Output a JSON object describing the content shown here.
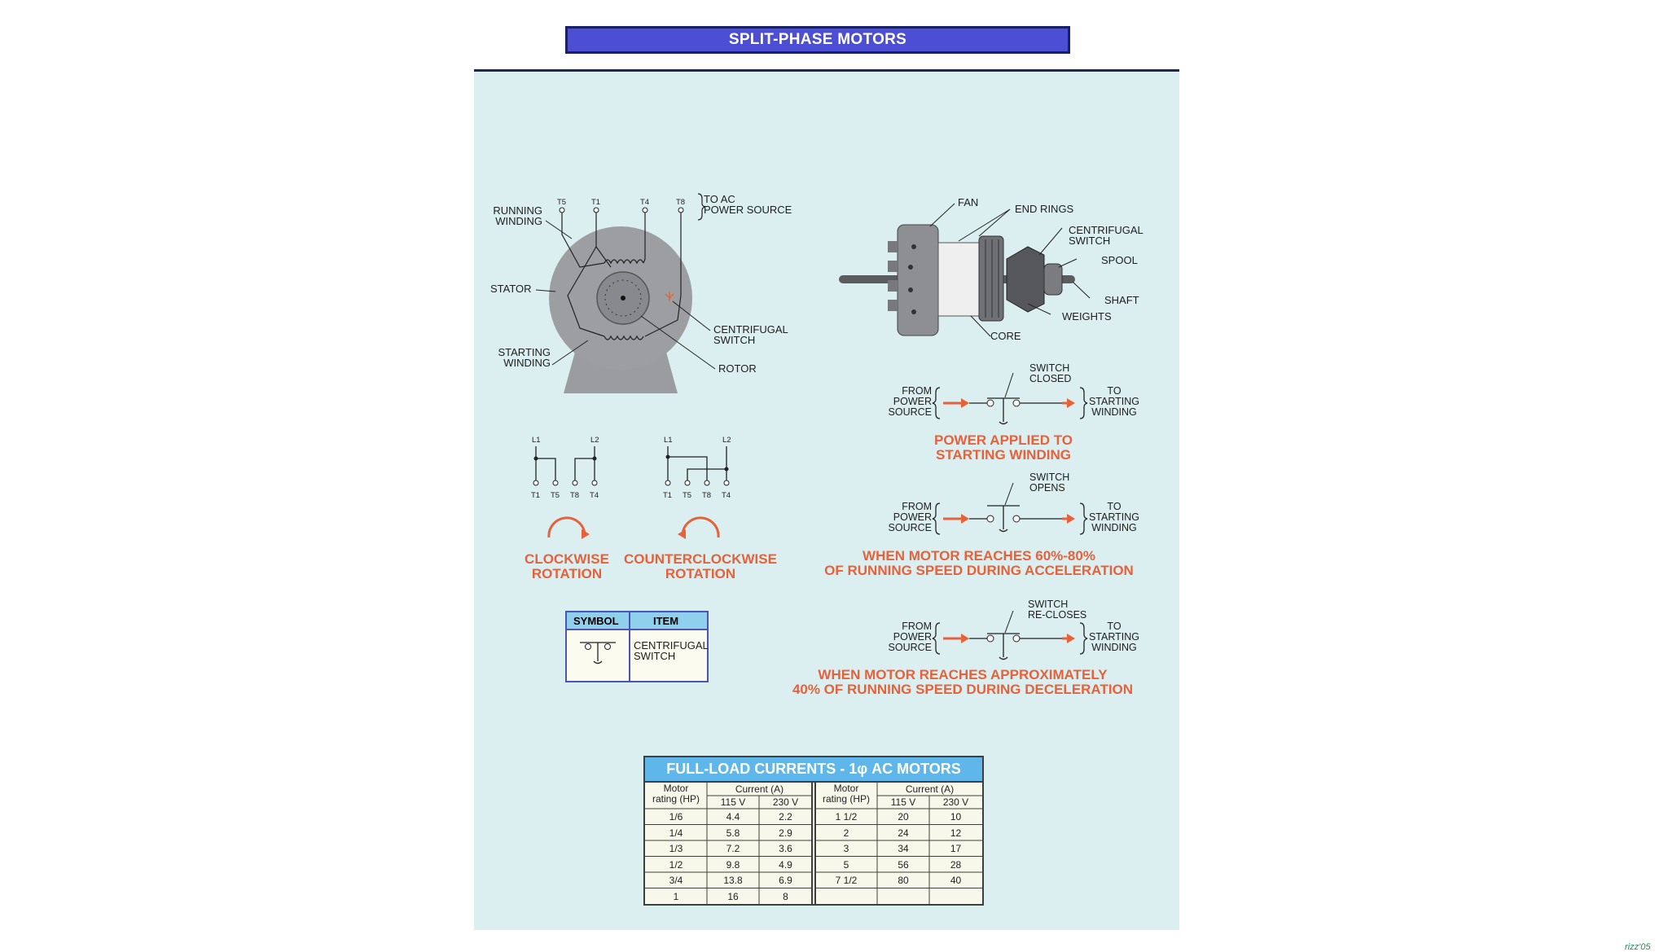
{
  "title": "SPLIT-PHASE MOTORS",
  "stator_diagram": {
    "terminals": [
      "T5",
      "T1",
      "T4",
      "T8"
    ],
    "power_label": "TO AC\nPOWER SOURCE",
    "running_winding": "RUNNING\nWINDING",
    "stator": "STATOR",
    "starting_winding": "STARTING\nWINDING",
    "centrifugal_switch": "CENTRIFUGAL\nSWITCH",
    "rotor": "ROTOR"
  },
  "rotor_diagram": {
    "fan": "FAN",
    "end_rings": "END RINGS",
    "centrifugal_switch": "CENTRIFUGAL\nSWITCH",
    "spool": "SPOOL",
    "shaft": "SHAFT",
    "weights": "WEIGHTS",
    "core": "CORE"
  },
  "rotation": {
    "clockwise": {
      "lines": [
        "L1",
        "L2"
      ],
      "terminals": [
        "T1",
        "T5",
        "T8",
        "T4"
      ],
      "caption": "CLOCKWISE\nROTATION"
    },
    "counterclockwise": {
      "lines": [
        "L1",
        "L2"
      ],
      "terminals": [
        "T1",
        "T5",
        "T8",
        "T4"
      ],
      "caption": "COUNTERCLOCKWISE\nROTATION"
    }
  },
  "switch_states": [
    {
      "state": "SWITCH\nCLOSED",
      "from": "FROM\nPOWER\nSOURCE",
      "to": "TO\nSTARTING\nWINDING",
      "caption": "POWER APPLIED TO\nSTARTING WINDING"
    },
    {
      "state": "SWITCH\nOPENS",
      "from": "FROM\nPOWER\nSOURCE",
      "to": "TO\nSTARTING\nWINDING",
      "caption": "WHEN MOTOR REACHES 60%-80%\nOF RUNNING SPEED DURING ACCELERATION"
    },
    {
      "state": "SWITCH\nRE-CLOSES",
      "from": "FROM\nPOWER\nSOURCE",
      "to": "TO\nSTARTING\nWINDING",
      "caption": "WHEN MOTOR REACHES APPROXIMATELY\n40% OF RUNNING SPEED DURING DECELERATION"
    }
  ],
  "symbol_table": {
    "headers": [
      "SYMBOL",
      "ITEM"
    ],
    "item": "CENTRIFUGAL\nSWITCH"
  },
  "full_load_table": {
    "title": "FULL-LOAD CURRENTS - 1φ AC MOTORS",
    "rating_header": "Motor\nrating (HP)",
    "current_header": "Current (A)",
    "voltages": [
      "115 V",
      "230 V"
    ],
    "left_rows": [
      {
        "hp": "1/6",
        "v115": "4.4",
        "v230": "2.2"
      },
      {
        "hp": "1/4",
        "v115": "5.8",
        "v230": "2.9"
      },
      {
        "hp": "1/3",
        "v115": "7.2",
        "v230": "3.6"
      },
      {
        "hp": "1/2",
        "v115": "9.8",
        "v230": "4.9"
      },
      {
        "hp": "3/4",
        "v115": "13.8",
        "v230": "6.9"
      },
      {
        "hp": "1",
        "v115": "16",
        "v230": "8"
      }
    ],
    "right_rows": [
      {
        "hp": "1 1/2",
        "v115": "20",
        "v230": "10"
      },
      {
        "hp": "2",
        "v115": "24",
        "v230": "12"
      },
      {
        "hp": "3",
        "v115": "34",
        "v230": "17"
      },
      {
        "hp": "5",
        "v115": "56",
        "v230": "28"
      },
      {
        "hp": "7 1/2",
        "v115": "80",
        "v230": "40"
      }
    ]
  },
  "signature": "rizz'05",
  "colors": {
    "title_bar": "#4c4fd3",
    "sheet_background": "#dbeef0",
    "caption_orange": "#e5623a",
    "table_header_blue": "#5eb6ea"
  }
}
